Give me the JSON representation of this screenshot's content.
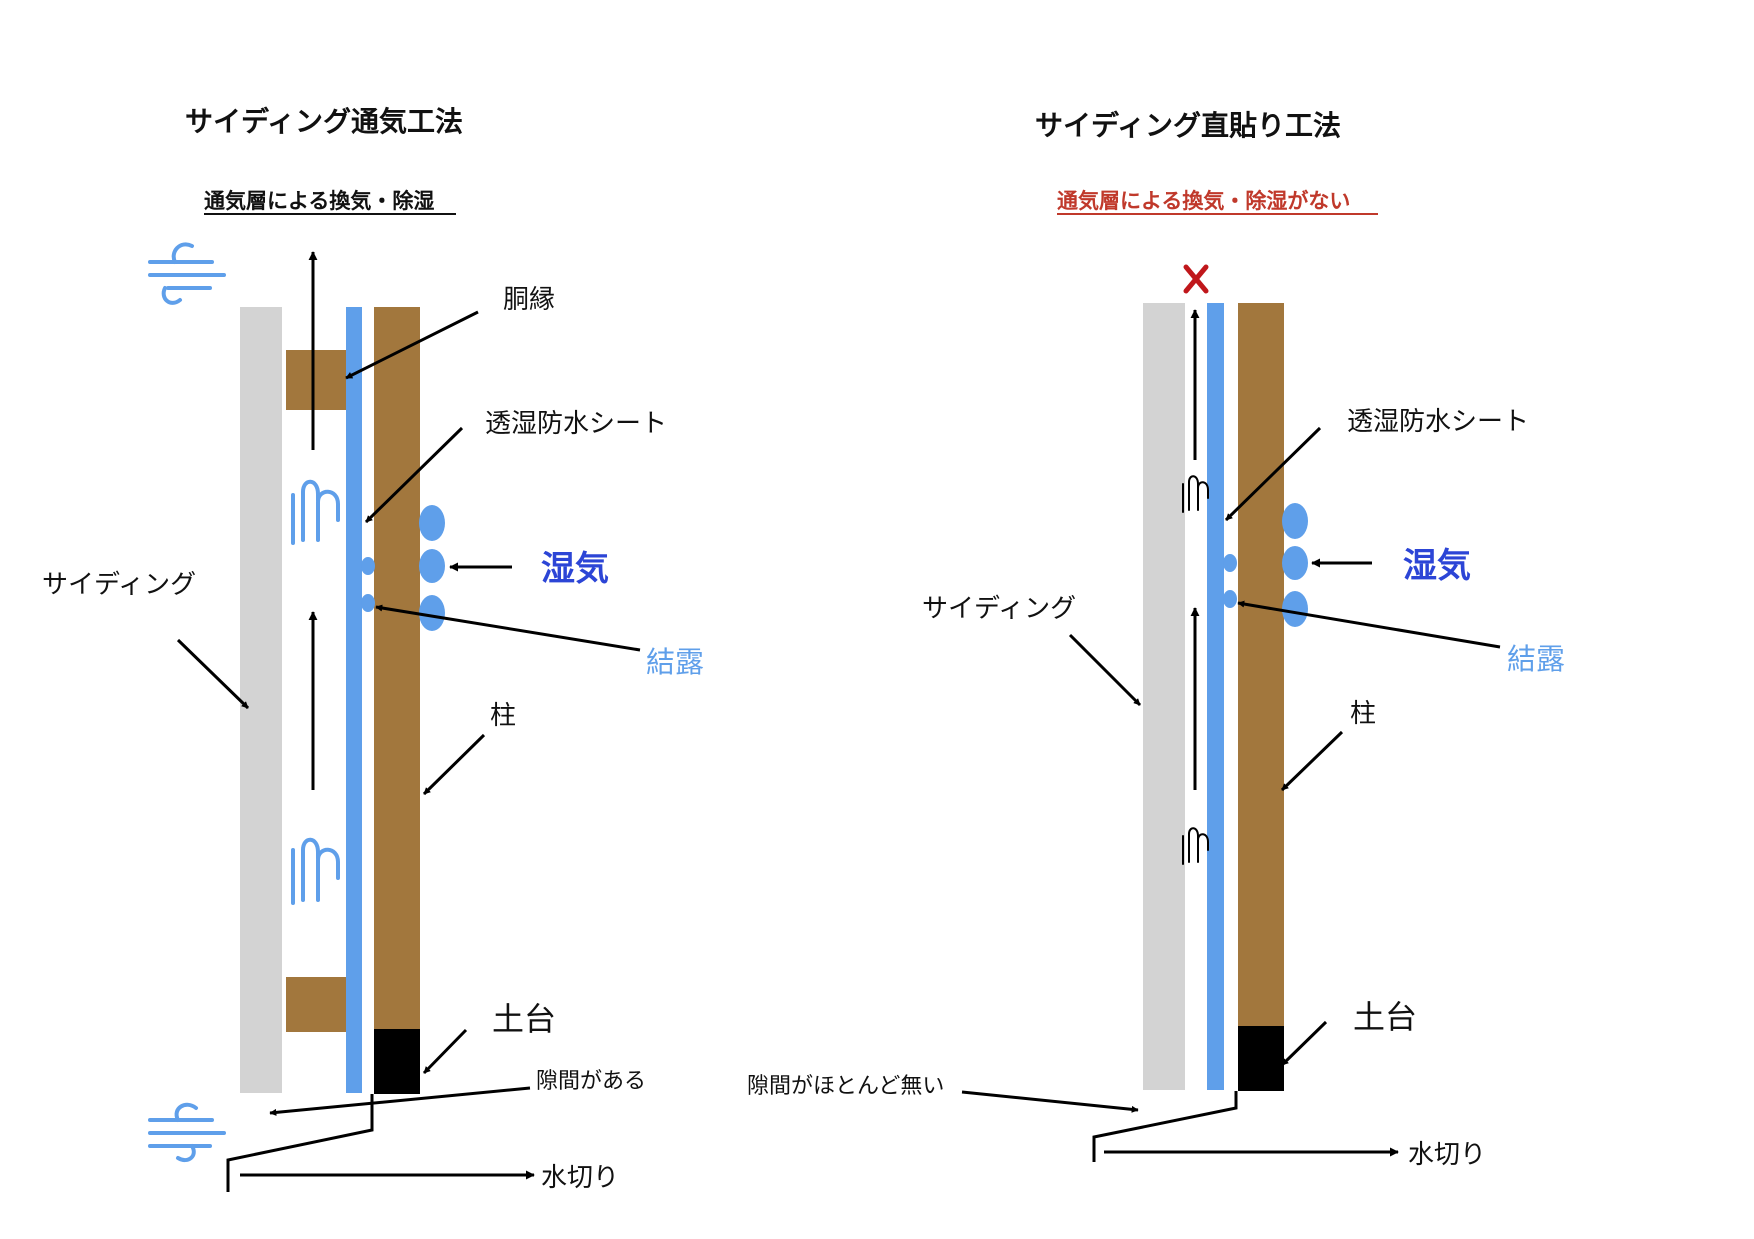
{
  "left": {
    "title": "サイディング通気工法",
    "subtitle": "通気層による換気・除湿",
    "labels": {
      "furring": "胴縁",
      "sheet": "透湿防水シート",
      "moisture": "湿気",
      "condensation": "結露",
      "siding": "サイディング",
      "pillar": "柱",
      "sill": "土台",
      "gap": "隙間がある",
      "flashing": "水切り"
    }
  },
  "right": {
    "title": "サイディング直貼り工法",
    "subtitle": "通気層による換気・除湿がない",
    "labels": {
      "sheet": "透湿防水シート",
      "moisture": "湿気",
      "condensation": "結露",
      "siding": "サイディング",
      "pillar": "柱",
      "sill": "土台",
      "gap": "隙間がほとんど無い",
      "flashing": "水切り"
    }
  },
  "icons": {
    "blocked": "x-mark-icon",
    "wind": "wind-icon",
    "airflow": "rising-air-icon"
  },
  "colors": {
    "siding": "#d3d3d3",
    "sheet": "#5f9fea",
    "wood": "#a2773d",
    "sill": "#000000",
    "moisture_text": "#2c45d6",
    "condensation_text": "#5f9fea",
    "warning_text": "#c0392b",
    "blocked_mark": "#c0171b"
  }
}
